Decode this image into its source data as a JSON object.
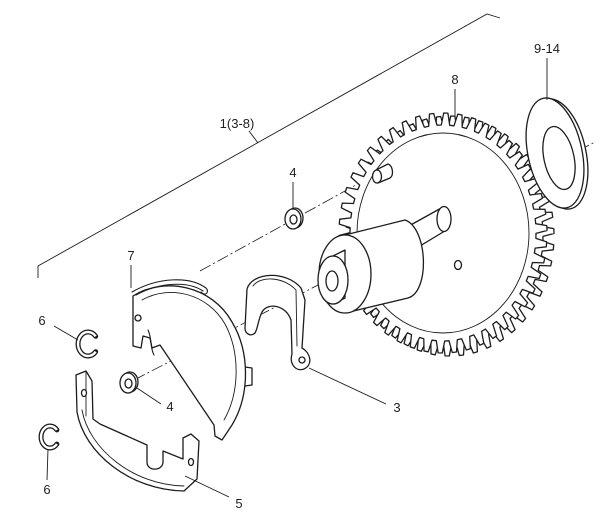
{
  "callouts": [
    {
      "label": "9-14"
    },
    {
      "label": "8"
    },
    {
      "label": "1(3-8)"
    },
    {
      "label": "4"
    },
    {
      "label": "7"
    },
    {
      "label": "6"
    },
    {
      "label": "4"
    },
    {
      "label": "3"
    },
    {
      "label": "6"
    },
    {
      "label": "5"
    }
  ]
}
